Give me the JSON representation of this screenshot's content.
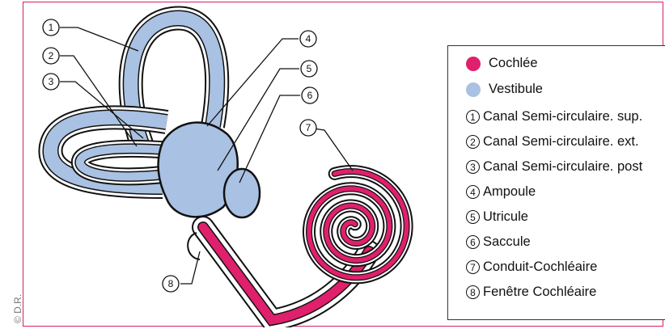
{
  "credit": "© D.R.",
  "colors": {
    "cochlea": "#e0206c",
    "vestibule": "#a9c1e2",
    "frame": "#d61f69"
  },
  "callouts": [
    "1",
    "2",
    "3",
    "4",
    "5",
    "6",
    "7",
    "8"
  ],
  "legend": {
    "colored": [
      {
        "label": "Cochlée",
        "color": "#e0206c"
      },
      {
        "label": "Vestibule",
        "color": "#a9c1e2"
      }
    ],
    "numbered": [
      {
        "num": "1",
        "label": "Canal Semi-circulaire. sup."
      },
      {
        "num": "2",
        "label": "Canal Semi-circulaire. ext."
      },
      {
        "num": "3",
        "label": "Canal Semi-circulaire. post"
      },
      {
        "num": "4",
        "label": "Ampoule"
      },
      {
        "num": "5",
        "label": "Utricule"
      },
      {
        "num": "6",
        "label": "Saccule"
      },
      {
        "num": "7",
        "label": "Conduit-Cochléaire"
      },
      {
        "num": "8",
        "label": "Fenêtre Cochléaire"
      }
    ]
  }
}
